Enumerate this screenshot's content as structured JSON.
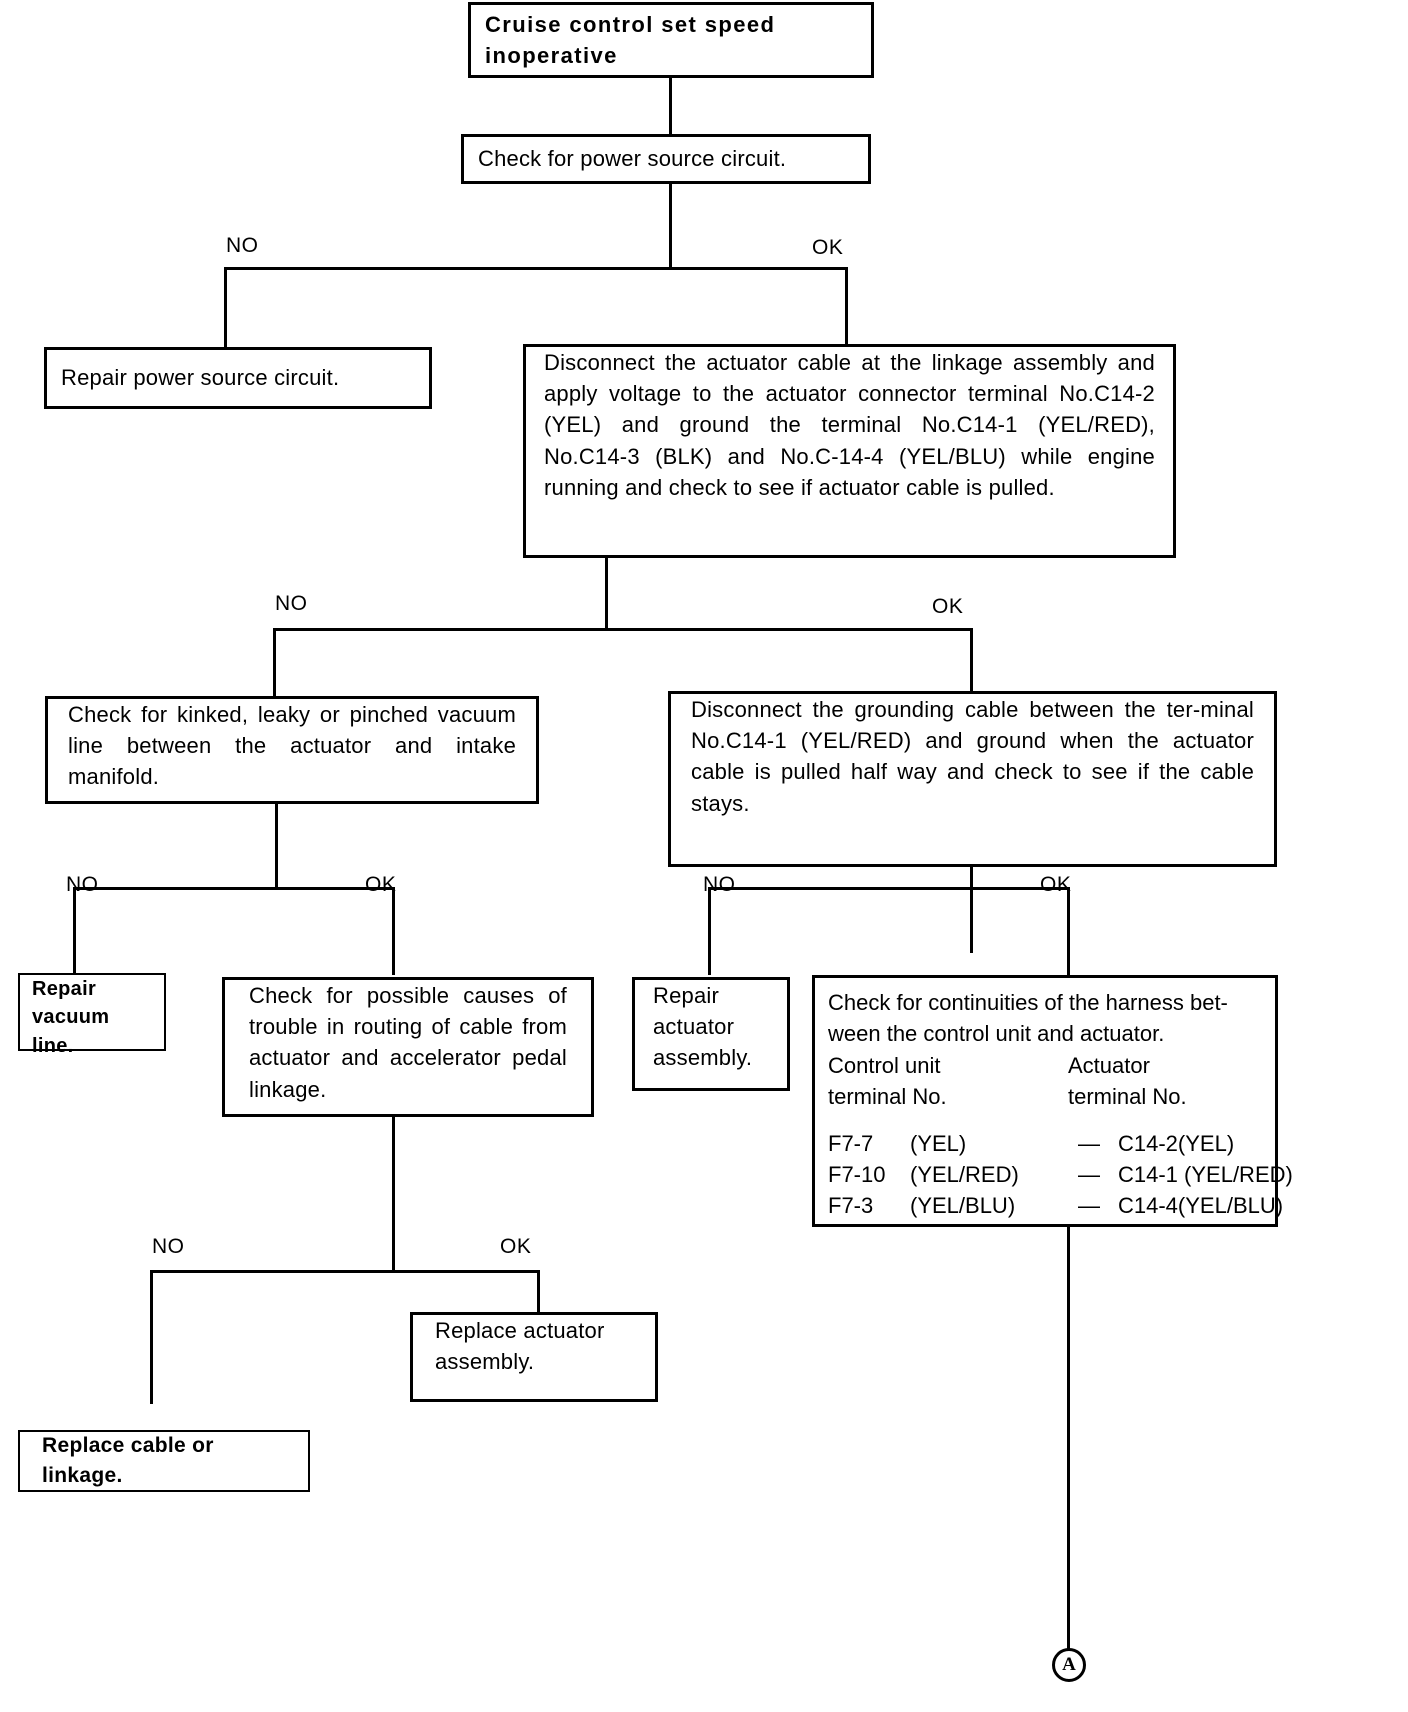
{
  "diagram": {
    "title": "Cruise control set speed inoperative troubleshooting flowchart",
    "nodes": {
      "start": "Cruise control set speed\ninoperative",
      "check_power": "Check for power source circuit.",
      "repair_power": "Repair power source circuit.",
      "disconnect_actuator": "Disconnect the actuator cable at the linkage assembly and apply voltage to the actuator connector terminal No.C14-2 (YEL) and ground the terminal No.C14-1 (YEL/RED), No.C14-3 (BLK) and No.C-14-4 (YEL/BLU) while engine running and check to see if actuator cable is pulled.",
      "check_vacuum": "Check for kinked, leaky or pinched vacuum line between the actuator and intake manifold.",
      "disconnect_ground": "Disconnect the grounding cable between the ter-minal No.C14-1 (YEL/RED) and ground when the actuator cable is pulled half way and check to see if the cable stays.",
      "repair_vacuum": "Repair\nvacuum line.",
      "check_routing": "Check for possible causes of trouble in routing of cable from actuator and accelerator pedal linkage.",
      "repair_actuator": "Repair\nactuator\nassembly.",
      "check_continuity_line1": "Check for continuities of the harness bet-",
      "check_continuity_line2": "ween the control unit and actuator.",
      "replace_cable": "Replace cable or linkage.",
      "replace_actuator": "Replace actuator\nassembly."
    },
    "continuity_table": {
      "header_left_line1": "Control unit",
      "header_left_line2": "terminal No.",
      "header_right_line1": "Actuator",
      "header_right_line2": "terminal No.",
      "rows": [
        {
          "control": "F7-7",
          "control_color": "(YEL)",
          "dash": "—",
          "actuator": "C14-2(YEL)"
        },
        {
          "control": "F7-10",
          "control_color": "(YEL/RED)",
          "dash": "—",
          "actuator": "C14-1 (YEL/RED)"
        },
        {
          "control": "F7-3",
          "control_color": "(YEL/BLU)",
          "dash": "—",
          "actuator": "C14-4(YEL/BLU)"
        }
      ]
    },
    "branch_labels": {
      "b1_no": "NO",
      "b1_ok": "OK",
      "b2_no": "NO",
      "b2_ok": "OK",
      "b3_no": "NO",
      "b3_ok": "OK",
      "b4_no": "NO",
      "b4_ok": "OK",
      "b5_no": "NO",
      "b5_ok": "OK"
    },
    "connector": {
      "label": "A"
    },
    "colors": {
      "ink": "#000000",
      "paper": "#ffffff"
    }
  }
}
